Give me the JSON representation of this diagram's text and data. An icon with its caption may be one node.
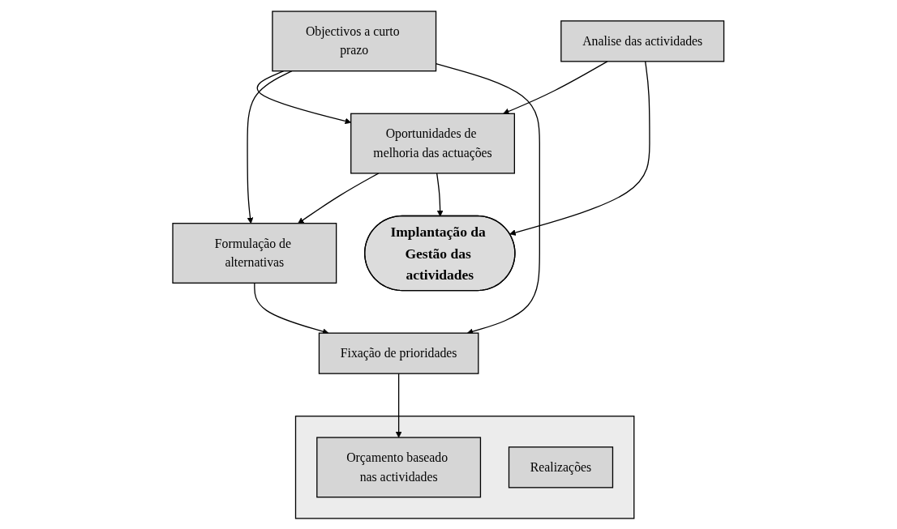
{
  "diagram": {
    "nodes": [
      {
        "text": [
          "Objectivos a curto prazo"
        ]
      },
      {
        "text": [
          "Analise das actividades"
        ]
      },
      {
        "text": [
          "Oportunidades de melhoria das actuações"
        ]
      },
      {
        "text": [
          "Formulação de alternativas"
        ]
      },
      {
        "text": [
          "Fixação de prioridades"
        ]
      },
      {
        "text": [
          "Implantação da Gestão das actividades"
        ]
      },
      {
        "text": [],
        "shape": "box"
      },
      {
        "text": [
          "Orçamento baseado nas actividades"
        ],
        "in": 6
      },
      {
        "text": [
          "Realizações"
        ],
        "in": 6
      }
    ],
    "edges": [
      {
        "from": 0,
        "to": 2,
        "arrow": "to"
      },
      {
        "from": 0,
        "to": 3,
        "arrow": "to"
      },
      {
        "from": 0,
        "to": 4,
        "arrow": "to"
      },
      {
        "from": 1,
        "to": 2,
        "arrow": "to"
      },
      {
        "from": 2,
        "to": 3,
        "arrow": "to"
      },
      {
        "from": 3,
        "to": 4,
        "arrow": "to"
      },
      {
        "from": 1,
        "to": 5,
        "arrow": "to"
      },
      {
        "from": 2,
        "to": 5,
        "arrow": "to"
      },
      {
        "from": 4,
        "to": 7,
        "arrow": "to"
      }
    ]
  }
}
